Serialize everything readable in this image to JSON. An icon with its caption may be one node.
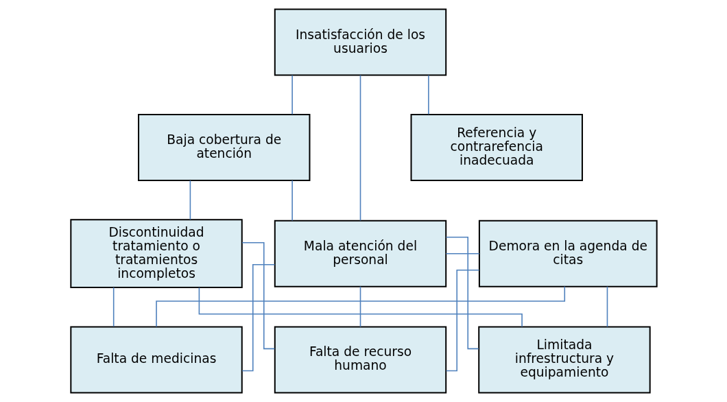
{
  "diagram": {
    "nodes": [
      {
        "text": [
          "Insatisfacción de los usuarios"
        ]
      },
      {
        "text": [
          "Baja cobertura de atención"
        ]
      },
      {
        "text": [
          "Referencia y contrarefencia inadecuada"
        ]
      },
      {
        "text": [
          "Discontinuidad tratamiento o tratamientos incompletos"
        ]
      },
      {
        "text": [
          "Mala atención del personal"
        ]
      },
      {
        "text": [
          "Demora en la agenda de citas"
        ]
      },
      {
        "text": [
          "Falta de medicinas"
        ]
      },
      {
        "text": [
          "Falta de recurso humano"
        ]
      },
      {
        "text": [
          "Limitada infrestructura y equipamiento"
        ]
      }
    ],
    "edges": [
      {
        "from": 0,
        "to": 1,
        "arrow": "none"
      },
      {
        "from": 0,
        "to": 2,
        "arrow": "none"
      },
      {
        "from": 0,
        "to": 4,
        "arrow": "none"
      },
      {
        "from": 1,
        "to": 3,
        "arrow": "none"
      },
      {
        "from": 1,
        "to": 4,
        "arrow": "none"
      },
      {
        "from": 4,
        "to": 5,
        "arrow": "none"
      },
      {
        "from": 3,
        "to": 6,
        "arrow": "none"
      },
      {
        "from": 3,
        "to": 7,
        "arrow": "none"
      },
      {
        "from": 3,
        "to": 8,
        "arrow": "none"
      },
      {
        "from": 4,
        "to": 6,
        "arrow": "none"
      },
      {
        "from": 4,
        "to": 7,
        "arrow": "none"
      },
      {
        "from": 4,
        "to": 8,
        "arrow": "none"
      },
      {
        "from": 5,
        "to": 6,
        "arrow": "none"
      },
      {
        "from": 5,
        "to": 7,
        "arrow": "none"
      },
      {
        "from": 5,
        "to": 8,
        "arrow": "none"
      }
    ]
  }
}
